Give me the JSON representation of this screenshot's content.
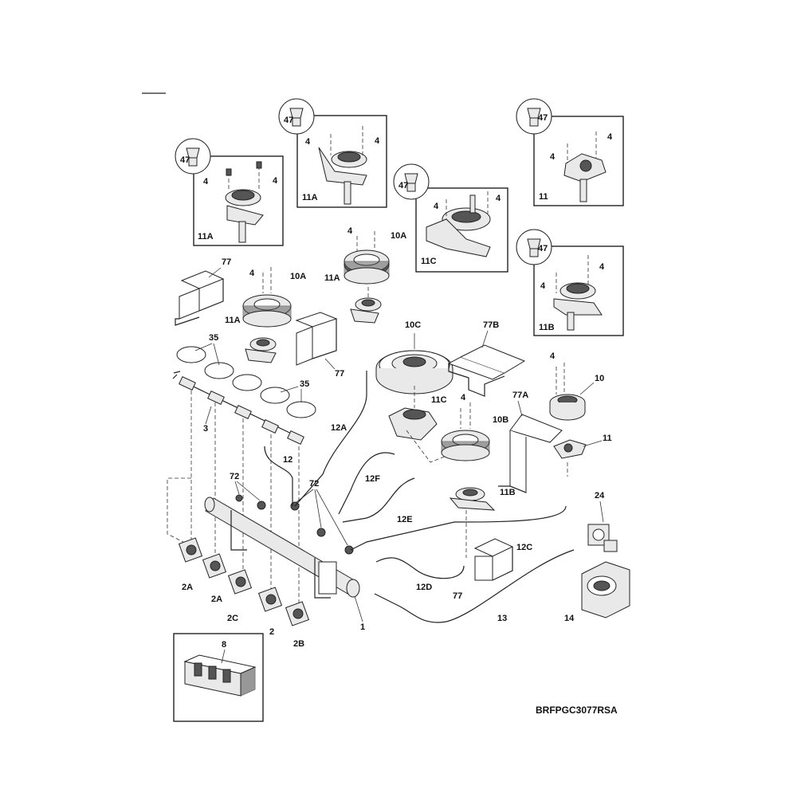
{
  "model_code": "BRFPGC3077RSA",
  "labels": {
    "l47a": "47",
    "l47b": "47",
    "l47c": "47",
    "l47d": "47",
    "l47e": "47",
    "l4": "4",
    "l11A": "11A",
    "l11C": "11C",
    "l11": "11",
    "l11B": "11B",
    "l10A": "10A",
    "l10C": "10C",
    "l10B": "10B",
    "l10": "10",
    "l77": "77",
    "l77B": "77B",
    "l77A": "77A",
    "l35": "35",
    "l3": "3",
    "l12A": "12A",
    "l12": "12",
    "l12F": "12F",
    "l12E": "12E",
    "l12C": "12C",
    "l12D": "12D",
    "l72": "72",
    "l24": "24",
    "l13": "13",
    "l14": "14",
    "l1": "1",
    "l2A": "2A",
    "l2C": "2C",
    "l2": "2",
    "l2B": "2B",
    "l8": "8"
  },
  "colors": {
    "line": "#222222",
    "part_fill": "#e9e9e9",
    "dark_fill": "#555555"
  }
}
